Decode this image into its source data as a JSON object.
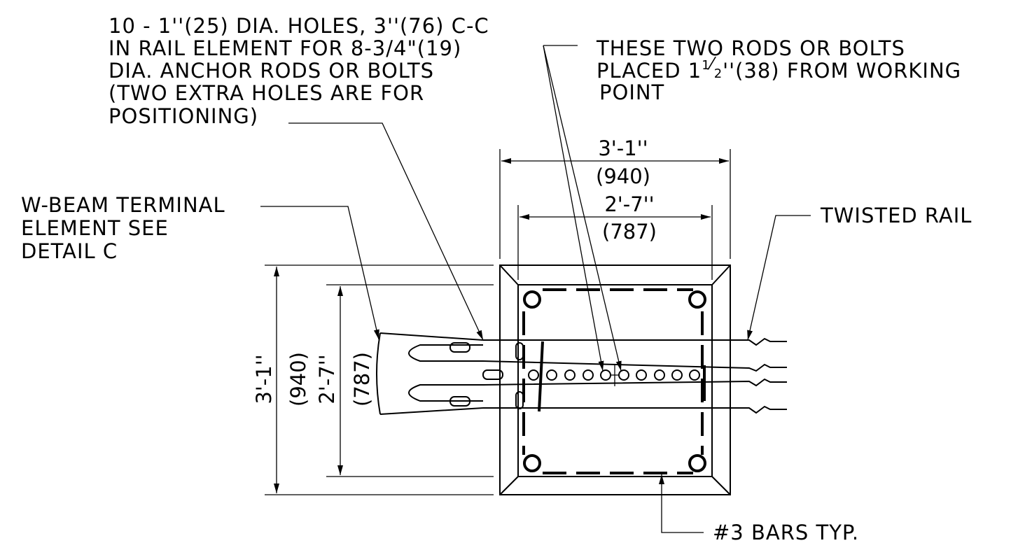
{
  "callouts": {
    "holes": [
      "10  - 1''(25) DIA. HOLES, 3''(76) C-C",
      "IN  RAIL  ELEMENT  FOR  8-3/4\"(19)",
      "DIA. ANCHOR  RODS  OR  BOLTS",
      "(TWO  EXTRA  HOLES  ARE  FOR",
      "POSITIONING)"
    ],
    "rods": {
      "line1": "THESE  TWO  RODS  OR  BOLTS",
      "line2_prefix": "PLACED  1",
      "fraction_num": "1",
      "fraction_den": "2",
      "line2_suffix": "''(38)  FROM  WORKING",
      "line3": "POINT"
    },
    "terminal": [
      "W-BEAM  TERMINAL",
      "ELEMENT  SEE",
      "DETAIL  C"
    ],
    "twisted_rail": "TWISTED  RAIL",
    "bars": "#3  BARS  TYP."
  },
  "dimensions": {
    "outer_width": "3'-1''",
    "outer_width_mm": "(940)",
    "inner_width": "2'-7''",
    "inner_width_mm": "(787)",
    "outer_height": "3'-1''",
    "outer_height_mm": "(940)",
    "inner_height": "2'-7''",
    "inner_height_mm": "(787)"
  }
}
